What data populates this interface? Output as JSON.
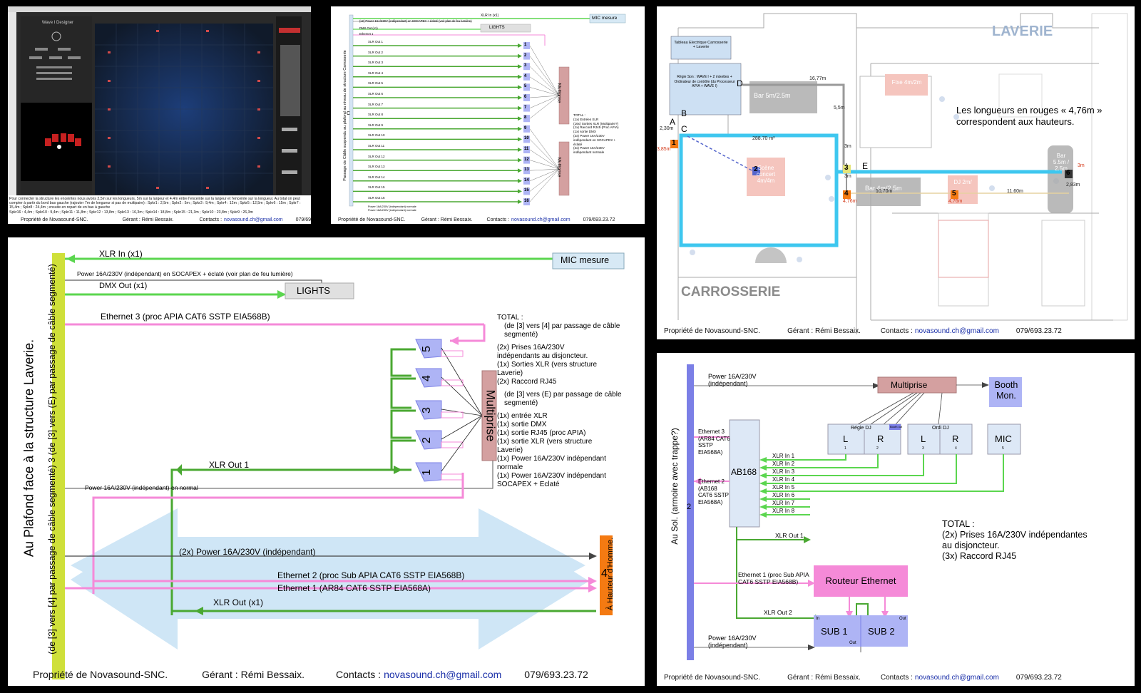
{
  "footer": {
    "owner": "Propriété de Novasound-SNC.",
    "manager": "Gérant : Rémi Bessaix.",
    "contacts_label": "Contacts :",
    "email": "novasound.ch@gmail.com",
    "phone": "079/693.23.72"
  },
  "panel1": {
    "app_title": "Wave I Designer",
    "description": "Pour connecter la structure les enceintes nous avons 2,5m sur les longueurs, 5m sur la largeur et 4.4m entre l'enceinte sur la largeur et l'enceinte sur la longueur. Au total on peut compter à partir du bord bas gauche (rajouter 7m de longueur si pas de multipaire) : Spkr1 : 2,5m ; Spkr2 : 5m ; Spkr3 : 9,4m ; Spkr4 : 12m ; Spkr5 : 12,5m ; Spkr6 : 15m ; Spkr7 : 15,4m ; Spkr8 : 24,4m ; ensuite en repart de en bas à gauche",
    "description2": "Spkr16 : 4,4m ; Spkr10 : 9,4m ; Spkr11 : 11,8m ; Spkr12 : 13,8m ; Spkr13 : 16,3m ; Spkr14 : 18,8m ; Spkr15 : 21,3m ; Spkr10 : 23,8m ; Spkr9 : 26,3m"
  },
  "panel2": {
    "xlr_in": "XLR In (x1)",
    "mic": "MIC mesure",
    "power_socapex": "(x2) Power 16A/230V (indépendant) en SOCAPEX + éclaté (voir plan de feu lumière)",
    "dmx_out": "DMX Out (x1)",
    "lights": "LIGHTS",
    "ethernet1": "Ethernet 1",
    "vertical_label": "Passage de Câble suspendu au plafond au niveau de structure Carrosserie",
    "c_label": "C",
    "xlr_outs": [
      "XLR Out 1",
      "XLR Out 2",
      "XLR Out 3",
      "XLR Out 4",
      "XLR Out 5",
      "XLR Out 6",
      "XLR Out 7",
      "XLR Out 8",
      "XLR Out 9",
      "XLR Out 10",
      "XLR Out 11",
      "XLR Out 12",
      "XLR Out 13",
      "XLR Out 14",
      "XLR Out 15",
      "XLR Out 16"
    ],
    "numbers": [
      "1",
      "2",
      "3",
      "4",
      "5",
      "6",
      "7",
      "8",
      "9",
      "10",
      "11",
      "12",
      "13",
      "14",
      "15",
      "16"
    ],
    "multiprise": "Multiprise",
    "total": [
      "TOTAL :",
      "(1x) Entrées XLR",
      "(16x) Sorties XLR (Multipaire?)",
      "(1x) Raccord RJ45 (Proc APIA)",
      "(1x) sortie DMX",
      "(2x) Power 16A/230V",
      "indépendant en SOCAPEX +",
      "éclaté",
      "(2x) Power 16A/230V",
      "indépendant normale"
    ],
    "power_bottom1": "Power 16A/230V (indépendant) normale",
    "power_bottom2": "Power 16A/230V (indépendant) normale"
  },
  "panel3": {
    "laverie": "LAVERIE",
    "carrosserie": "CARROSSERIE",
    "tableau": "Tableau Electrique Carrosserie + Laverie",
    "regie": "Régie Son : WAVE I + 2 mixettes + Ordinateur de contrôle (du Processeur APIA + WAVE I)",
    "note": "Les longueurs en rouges « 4,76m » correspondent aux hauteurs.",
    "bar1": "Bar 5m/2.5m",
    "bar2": "Bar 4m/2.5m",
    "bar3": "Bar 5.5m / 2.5m",
    "fixe": "Fixe 4m/2m",
    "dj": "DJ 2m/",
    "scene": "Scène concert 4m/4m",
    "dist": [
      "16,77m",
      "5,5m",
      "3m",
      "3m",
      "10,70m",
      "11,60m",
      "2,30m",
      "3,85m",
      "4,76m",
      "4,76m",
      "2,83m",
      "3m",
      "288.70 m²"
    ],
    "letters": [
      "A",
      "B",
      "C",
      "D",
      "E"
    ],
    "nums": [
      "1",
      "2",
      "3",
      "4",
      "5",
      "6"
    ]
  },
  "panel4": {
    "left_label": "Au Plafond face à la structure Laverie.",
    "bar_label": "(de [3] vers [4] par passage de câble segmenté) 3 (de [3] vers (E) par passage de câble segmenté)",
    "xlr_in": "XLR  In (x1)",
    "mic": "MIC mesure",
    "power_socapex": "Power 16A/230V (indépendant) en SOCAPEX + éclaté (voir plan de feu lumière)",
    "dmx_out": "DMX Out (x1)",
    "lights": "LIGHTS",
    "ethernet3": "Ethernet 3 (proc APIA CAT6 SSTP EIA568B)",
    "total_title": "TOTAL :",
    "total_sub": "(de [3] vers [4] par passage de câble segmenté)",
    "total_items": [
      "(2x) Prises 16A/230V",
      "indépendants au disjoncteur.",
      "(1x) Sorties XLR (vers structure",
      "Laverie)",
      "(2x) Raccord RJ45"
    ],
    "total_sub2": "(de [3] vers (E) par passage de câble segmenté)",
    "total_items2": [
      "(1x) entrée XLR",
      "(1x) sortie DMX",
      "(1x) sortie RJ45 (proc APIA)",
      "(1x) sortie XLR (vers structure",
      "Laverie)",
      "(1x) Power 16A/230V indépendant",
      "normale",
      "(1x) Power 16A/230V indépendant",
      "SOCAPEX + Eclaté"
    ],
    "speakers": [
      "5",
      "4",
      "3",
      "2",
      "1"
    ],
    "multiprise": "Multiprise",
    "xlr_out1": "XLR Out 1",
    "power_normal": "Power 16A/230V (indépendant) en normal",
    "power2x": "(2x) Power 16A/230V (indépendant)",
    "ethernet2": "Ethernet 2 (proc Sub APIA CAT6 SSTP EIA568B)",
    "ethernet1": "Ethernet 1 (AR84 CAT6 SSTP EIA568A)",
    "xlr_out_x1": "XLR Out (x1)",
    "box4_label": "4",
    "box4_text": "À Hauteur d'Homme."
  },
  "panel5": {
    "left_label": "Au Sol. (armoire avec trappe?)",
    "left_num": "2",
    "power_top": "Power 16A/230V (indépendant)",
    "multiprise": "Multiprise",
    "booth": "Booth Mon.",
    "regie_dj": "Régie DJ",
    "booth_out": "Booth out",
    "ordi_dj": "Ordi DJ",
    "l": "L",
    "r": "R",
    "mic": "MIC",
    "ch": [
      "1",
      "2",
      "3",
      "4",
      "5"
    ],
    "ethernet3": "Ethernet 3 (AR84 CAT6 SSTP EIA568A)",
    "ethernet2": "Ethernet 2 (AB168 CAT6 SSTP EIA568A)",
    "ab168": "AB168",
    "xlr_ins": [
      "XLR  In 1",
      "XLR  In 2",
      "XLR  In 3",
      "XLR  In 4",
      "XLR  In 5",
      "XLR  In 6",
      "XLR  In 7",
      "XLR  In 8"
    ],
    "xlr_out1": "XLR Out 1",
    "total": [
      "TOTAL :",
      "(2x) Prises 16A/230V indépendantes",
      "au disjoncteur.",
      "(3x) Raccord RJ45"
    ],
    "ethernet1": "Ethernet 1 (proc Sub APIA CAT6 SSTP EIA568B)",
    "routeur": "Routeur Ethernet",
    "xlr_out2": "XLR Out 2",
    "sub1": "SUB 1",
    "sub2": "SUB 2",
    "in": "In",
    "out": "Out",
    "power_bottom": "Power 16A/230V (indépendant)"
  },
  "colors": {
    "green": "#5bd64f",
    "green_dark": "#4aa832",
    "pink": "#f58ad8",
    "blue_box": "#aeb4f5",
    "cyan": "#3ec7ef",
    "orange": "#f47a12"
  }
}
